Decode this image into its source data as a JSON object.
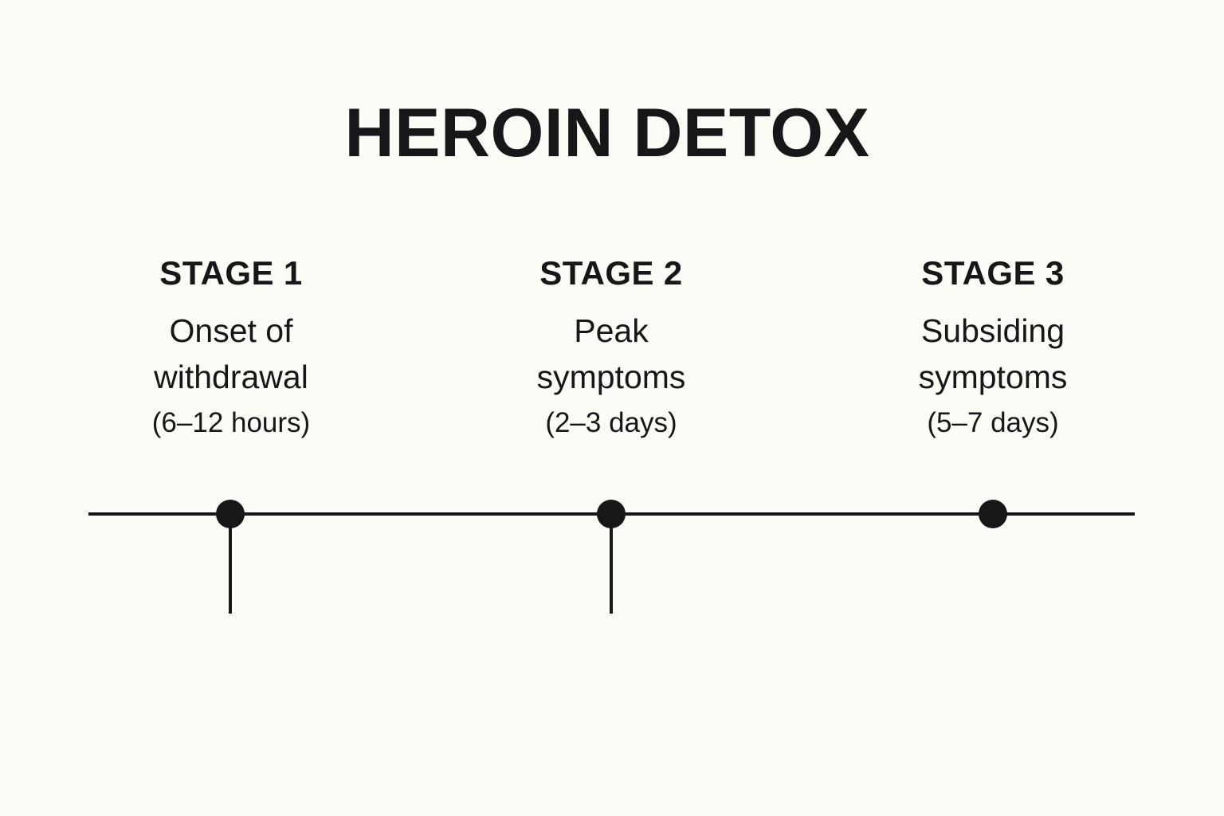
{
  "page": {
    "title": "HEROIN DETOX",
    "background_color": "#fcfcf7",
    "ink_color": "#17171a"
  },
  "timeline": {
    "axis_label": "detox-timeline-axis",
    "stages": [
      {
        "heading": "STAGE 1",
        "description_line_1": "Onset of",
        "description_line_2": "withdrawal",
        "duration": "(6–12 hours)",
        "marker": "stage-1-marker",
        "has_tick": true
      },
      {
        "heading": "STAGE 2",
        "description_line_1": "Peak",
        "description_line_2": "symptoms",
        "duration": "(2–3 days)",
        "marker": "stage-2-marker",
        "has_tick": true
      },
      {
        "heading": "STAGE 3",
        "description_line_1": "Subsiding",
        "description_line_2": "symptoms",
        "duration": "(5–7 days)",
        "marker": "stage-3-marker",
        "has_tick": false
      }
    ]
  }
}
